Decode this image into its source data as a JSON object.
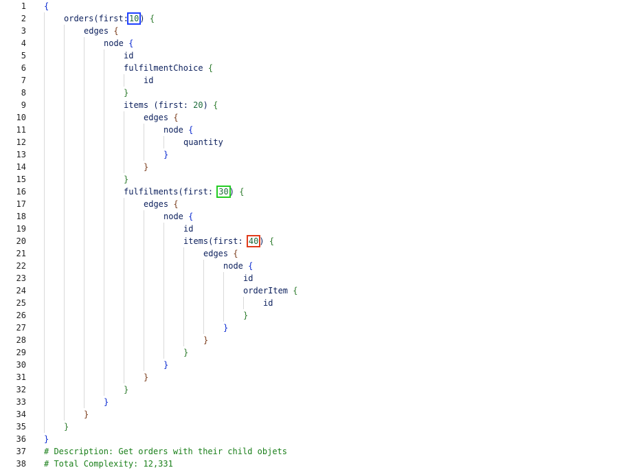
{
  "editor": {
    "line_numbers": [
      "1",
      "2",
      "3",
      "4",
      "5",
      "6",
      "7",
      "8",
      "9",
      "10",
      "11",
      "12",
      "13",
      "14",
      "15",
      "16",
      "17",
      "18",
      "19",
      "20",
      "21",
      "22",
      "23",
      "24",
      "25",
      "26",
      "27",
      "28",
      "29",
      "30",
      "31",
      "32",
      "33",
      "34",
      "35",
      "36",
      "37",
      "38"
    ],
    "lines": [
      {
        "indent": 0,
        "tokens": [
          {
            "t": "{",
            "c": "br-1"
          }
        ]
      },
      {
        "indent": 1,
        "tokens": [
          {
            "t": "orders(first:",
            "c": "t-field"
          },
          {
            "t": "10",
            "c": "t-num",
            "box": "box-blue"
          },
          {
            "t": ") ",
            "c": "t-field"
          },
          {
            "t": "{",
            "c": "br-2"
          }
        ]
      },
      {
        "indent": 2,
        "tokens": [
          {
            "t": "edges ",
            "c": "t-field"
          },
          {
            "t": "{",
            "c": "br-3"
          }
        ]
      },
      {
        "indent": 3,
        "tokens": [
          {
            "t": "node ",
            "c": "t-field"
          },
          {
            "t": "{",
            "c": "br-1"
          }
        ]
      },
      {
        "indent": 4,
        "tokens": [
          {
            "t": "id",
            "c": "t-field"
          }
        ]
      },
      {
        "indent": 4,
        "tokens": [
          {
            "t": "fulfilmentChoice ",
            "c": "t-field"
          },
          {
            "t": "{",
            "c": "br-2"
          }
        ]
      },
      {
        "indent": 5,
        "tokens": [
          {
            "t": "id",
            "c": "t-field"
          }
        ]
      },
      {
        "indent": 4,
        "tokens": [
          {
            "t": "}",
            "c": "br-2"
          }
        ]
      },
      {
        "indent": 4,
        "tokens": [
          {
            "t": "items (first: ",
            "c": "t-field"
          },
          {
            "t": "20",
            "c": "t-num"
          },
          {
            "t": ") ",
            "c": "t-field"
          },
          {
            "t": "{",
            "c": "br-2"
          }
        ]
      },
      {
        "indent": 5,
        "tokens": [
          {
            "t": "edges ",
            "c": "t-field"
          },
          {
            "t": "{",
            "c": "br-3"
          }
        ]
      },
      {
        "indent": 6,
        "tokens": [
          {
            "t": "node ",
            "c": "t-field"
          },
          {
            "t": "{",
            "c": "br-1"
          }
        ]
      },
      {
        "indent": 7,
        "tokens": [
          {
            "t": "quantity",
            "c": "t-field"
          }
        ]
      },
      {
        "indent": 6,
        "tokens": [
          {
            "t": "}",
            "c": "br-1"
          }
        ]
      },
      {
        "indent": 5,
        "tokens": [
          {
            "t": "}",
            "c": "br-3"
          }
        ]
      },
      {
        "indent": 4,
        "tokens": [
          {
            "t": "}",
            "c": "br-2"
          }
        ]
      },
      {
        "indent": 4,
        "tokens": [
          {
            "t": "fulfilments(first: ",
            "c": "t-field"
          },
          {
            "t": "30",
            "c": "t-num",
            "box": "box-green"
          },
          {
            "t": ") ",
            "c": "t-field"
          },
          {
            "t": "{",
            "c": "br-2"
          }
        ]
      },
      {
        "indent": 5,
        "tokens": [
          {
            "t": "edges ",
            "c": "t-field"
          },
          {
            "t": "{",
            "c": "br-3"
          }
        ]
      },
      {
        "indent": 6,
        "tokens": [
          {
            "t": "node ",
            "c": "t-field"
          },
          {
            "t": "{",
            "c": "br-1"
          }
        ]
      },
      {
        "indent": 7,
        "tokens": [
          {
            "t": "id",
            "c": "t-field"
          }
        ]
      },
      {
        "indent": 7,
        "tokens": [
          {
            "t": "items(first: ",
            "c": "t-field"
          },
          {
            "t": "40",
            "c": "t-num",
            "box": "box-red"
          },
          {
            "t": ") ",
            "c": "t-field"
          },
          {
            "t": "{",
            "c": "br-2"
          }
        ]
      },
      {
        "indent": 8,
        "tokens": [
          {
            "t": "edges ",
            "c": "t-field"
          },
          {
            "t": "{",
            "c": "br-3"
          }
        ]
      },
      {
        "indent": 9,
        "tokens": [
          {
            "t": "node ",
            "c": "t-field"
          },
          {
            "t": "{",
            "c": "br-1"
          }
        ]
      },
      {
        "indent": 10,
        "tokens": [
          {
            "t": "id",
            "c": "t-field"
          }
        ]
      },
      {
        "indent": 10,
        "tokens": [
          {
            "t": "orderItem ",
            "c": "t-field"
          },
          {
            "t": "{",
            "c": "br-2"
          }
        ]
      },
      {
        "indent": 11,
        "tokens": [
          {
            "t": "id",
            "c": "t-field"
          }
        ]
      },
      {
        "indent": 10,
        "tokens": [
          {
            "t": "}",
            "c": "br-2"
          }
        ]
      },
      {
        "indent": 9,
        "tokens": [
          {
            "t": "}",
            "c": "br-1"
          }
        ]
      },
      {
        "indent": 8,
        "tokens": [
          {
            "t": "}",
            "c": "br-3"
          }
        ]
      },
      {
        "indent": 7,
        "tokens": [
          {
            "t": "}",
            "c": "br-2"
          }
        ]
      },
      {
        "indent": 6,
        "tokens": [
          {
            "t": "}",
            "c": "br-1"
          }
        ]
      },
      {
        "indent": 5,
        "tokens": [
          {
            "t": "}",
            "c": "br-3"
          }
        ]
      },
      {
        "indent": 4,
        "tokens": [
          {
            "t": "}",
            "c": "br-2"
          }
        ]
      },
      {
        "indent": 3,
        "tokens": [
          {
            "t": "}",
            "c": "br-1"
          }
        ]
      },
      {
        "indent": 2,
        "tokens": [
          {
            "t": "}",
            "c": "br-3"
          }
        ]
      },
      {
        "indent": 1,
        "tokens": [
          {
            "t": "}",
            "c": "br-2"
          }
        ]
      },
      {
        "indent": 0,
        "tokens": [
          {
            "t": "}",
            "c": "br-1"
          }
        ]
      },
      {
        "indent": 0,
        "tokens": [
          {
            "t": "# Description: Get orders with their child objets",
            "c": "t-comment"
          }
        ]
      },
      {
        "indent": 0,
        "tokens": [
          {
            "t": "# Total Complexity: 12,331",
            "c": "t-comment"
          }
        ]
      }
    ]
  },
  "colors": {
    "highlight_blue": "#1e40ff",
    "highlight_green": "#22cc22",
    "highlight_red": "#e03a1a"
  }
}
